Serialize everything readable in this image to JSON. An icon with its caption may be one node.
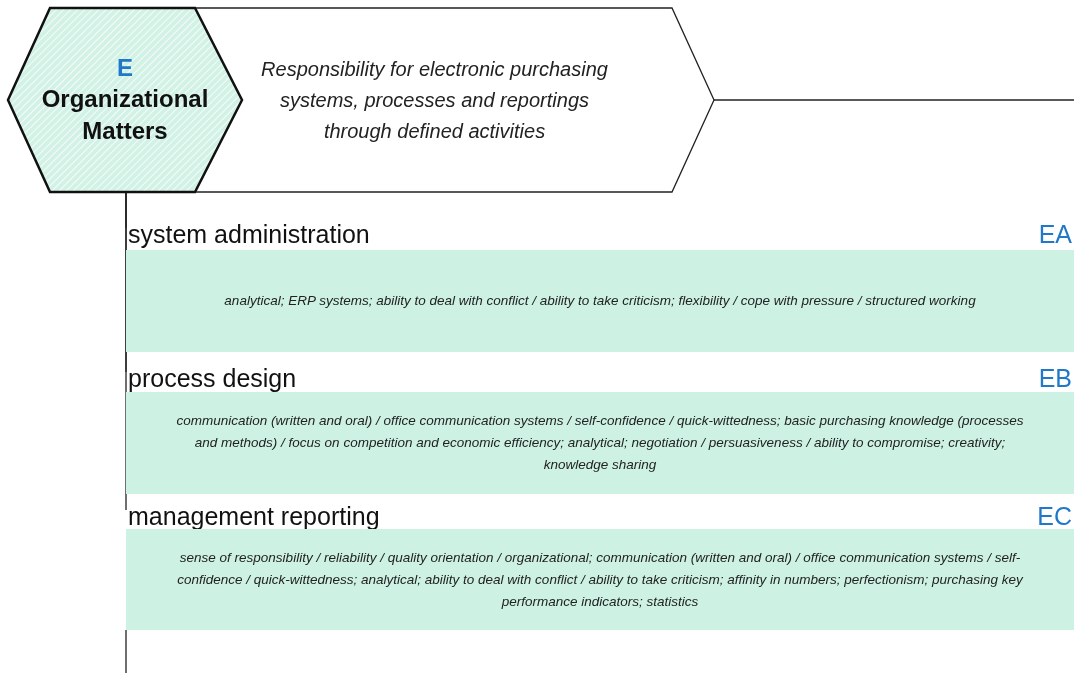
{
  "diagram": {
    "nodes": [
      {
        "text": [
          "E",
          "Organizational Matters"
        ]
      },
      {
        "text": [
          "Responsibility for electronic purchasing systems, processes and reportings through defined activities"
        ]
      },
      {
        "text": [
          "system administration",
          "EA",
          "analytical; ERP systems; ability to deal with conflict / ability to take criticism; flexibility / cope with pressure / structured working"
        ]
      },
      {
        "text": [
          "process design",
          "EB",
          "communication (written and oral) / office communication systems / self-confidence / quick-wittedness; basic purchasing knowledge (processes and methods) / focus on competition and economic efficiency; analytical; negotiation / persuasiveness / ability to compromise; creativity; knowledge sharing"
        ]
      },
      {
        "text": [
          "management reporting",
          "EC",
          "sense of responsibility / reliability / quality orientation / organizational; communication (written and oral) / office communication systems / self-confidence / quick-wittedness; analytical; ability to deal with conflict / ability to take criticism; affinity in numbers; perfectionism; purchasing key performance indicators; statistics"
        ]
      }
    ],
    "edges": [
      {
        "from": 1,
        "to": null,
        "arrow": "none"
      },
      {
        "from": 0,
        "to": 2,
        "arrow": "none"
      },
      {
        "from": 0,
        "to": 3,
        "arrow": "none"
      },
      {
        "from": 0,
        "to": 4,
        "arrow": "none"
      }
    ]
  }
}
